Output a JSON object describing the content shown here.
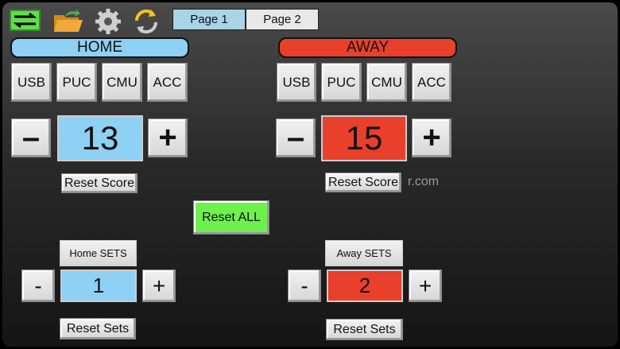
{
  "toolbar": {
    "icons": [
      "swap-icon",
      "folder-open-icon",
      "gear-icon",
      "refresh-icon"
    ],
    "tabs": [
      {
        "label": "Page 1",
        "active": true
      },
      {
        "label": "Page 2",
        "active": false
      }
    ]
  },
  "home": {
    "title": "HOME",
    "color": "#8fd0f5",
    "teams": [
      "USB",
      "PUC",
      "CMU",
      "ACC"
    ],
    "minus": "–",
    "plus": "+",
    "score": "13",
    "reset_score": "Reset Score",
    "sets_label": "Home SETS",
    "sets_minus": "-",
    "sets_plus": "+",
    "sets": "1",
    "reset_sets": "Reset Sets"
  },
  "away": {
    "title": "AWAY",
    "color": "#e8402a",
    "teams": [
      "USB",
      "PUC",
      "CMU",
      "ACC"
    ],
    "minus": "–",
    "plus": "+",
    "score": "15",
    "reset_score": "Reset Score",
    "sets_label": "Away SETS",
    "sets_minus": "-",
    "sets_plus": "+",
    "sets": "2",
    "reset_sets": "Reset Sets"
  },
  "reset_all": "Reset ALL",
  "watermark": "r.com"
}
